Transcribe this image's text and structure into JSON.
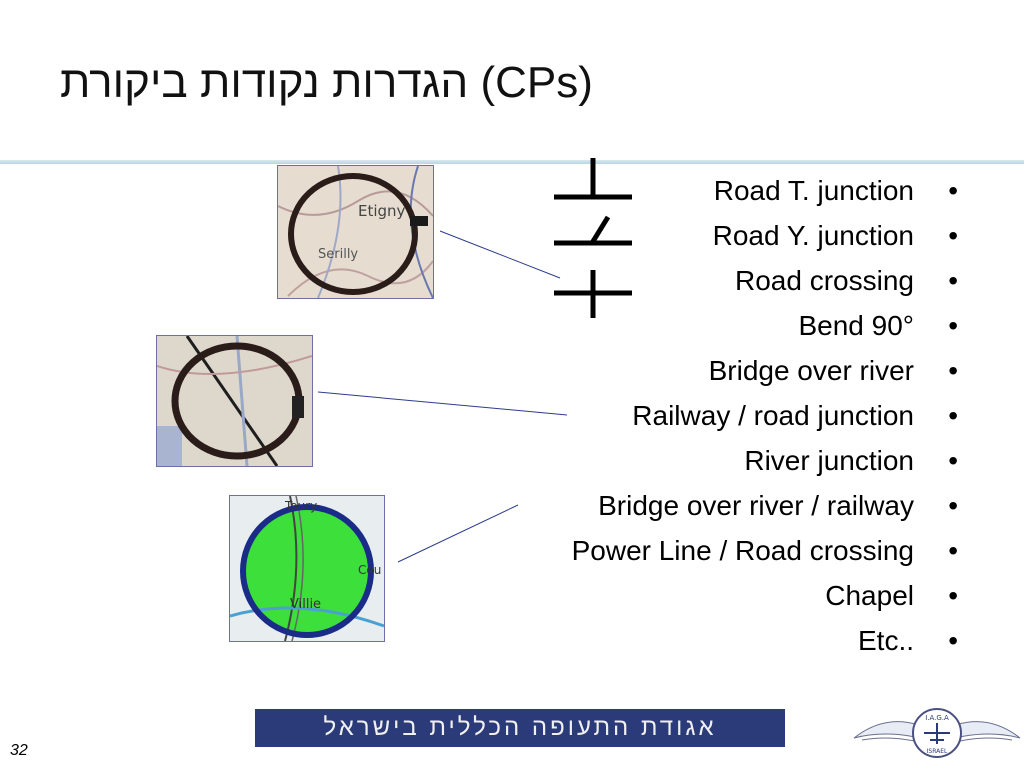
{
  "slide": {
    "title": "הגדרות נקודות ביקורת (CPs)",
    "bullets": [
      "Road T. junction",
      "Road Y. junction",
      "Road crossing",
      "Bend 90°",
      "Bridge over river",
      "Railway / road junction",
      "River junction",
      "Bridge over river / railway",
      "Power Line / Road crossing",
      "Chapel",
      "Etc.."
    ],
    "map_labels": {
      "map1_town1": "Etigny",
      "map1_town2": "Serilly",
      "map3_town1": "Toury",
      "map3_town2": "Villie",
      "map3_side": "Cou"
    },
    "footer_banner": "אגודת התעופה הכללית בישראל",
    "page_number": "32",
    "logo_text_top": "I.A.G.A",
    "logo_text_bottom": "ISRAEL"
  },
  "colors": {
    "rule": "#b9d6e0",
    "banner": "#2b3a78",
    "map_border": "#6e6ea8",
    "leader_line": "#2d3c8c"
  },
  "icons": [
    "t-junction-icon",
    "y-junction-icon",
    "crossing-icon"
  ]
}
